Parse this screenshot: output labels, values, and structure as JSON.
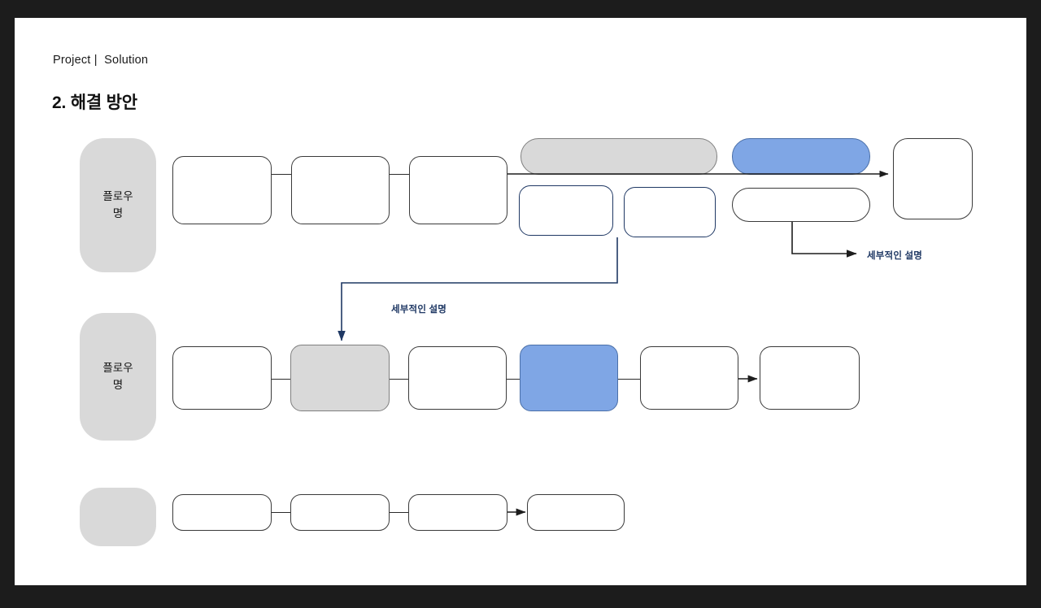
{
  "slide": {
    "eyebrow": "Project |  Solution",
    "title": "2. 해결 방안",
    "background_color": "#ffffff",
    "stage_color": "#1c1c1c"
  },
  "palette": {
    "grey_fill": "#d9d9d9",
    "blue_fill": "#7fa6e5",
    "navy_stroke": "#1f3864",
    "default_stroke": "#3a3a3a",
    "note_color": "#1f3864"
  },
  "flows": [
    {
      "id": "flow-1",
      "label": "플로우\n명",
      "label_shape": "capsule",
      "label_fill": "#d9d9d9",
      "primary_nodes": [
        {
          "id": "f1-n1",
          "label": "",
          "fill": "white",
          "stroke": "default",
          "shape": "rounded"
        },
        {
          "id": "f1-n2",
          "label": "",
          "fill": "white",
          "stroke": "default",
          "shape": "rounded"
        },
        {
          "id": "f1-n3",
          "label": "",
          "fill": "white",
          "stroke": "default",
          "shape": "rounded"
        },
        {
          "id": "f1-n4",
          "label": "",
          "fill": "grey",
          "stroke": "grey",
          "shape": "pill"
        },
        {
          "id": "f1-n5",
          "label": "",
          "fill": "blue",
          "stroke": "blue",
          "shape": "pill"
        },
        {
          "id": "f1-n6",
          "label": "",
          "fill": "white",
          "stroke": "default",
          "shape": "rounded"
        }
      ],
      "secondary_nodes": [
        {
          "id": "f1-s1",
          "label": "",
          "fill": "white",
          "stroke": "navy",
          "shape": "rounded"
        },
        {
          "id": "f1-s2",
          "label": "",
          "fill": "white",
          "stroke": "navy",
          "shape": "rounded"
        },
        {
          "id": "f1-s3",
          "label": "",
          "fill": "white",
          "stroke": "default",
          "shape": "pill"
        }
      ]
    },
    {
      "id": "flow-2",
      "label": "플로우\n명",
      "label_shape": "capsule",
      "label_fill": "#d9d9d9",
      "primary_nodes": [
        {
          "id": "f2-n1",
          "label": "",
          "fill": "white",
          "stroke": "default",
          "shape": "rounded"
        },
        {
          "id": "f2-n2",
          "label": "",
          "fill": "grey",
          "stroke": "grey",
          "shape": "rounded"
        },
        {
          "id": "f2-n3",
          "label": "",
          "fill": "white",
          "stroke": "default",
          "shape": "rounded"
        },
        {
          "id": "f2-n4",
          "label": "",
          "fill": "blue",
          "stroke": "blue",
          "shape": "rounded"
        },
        {
          "id": "f2-n5",
          "label": "",
          "fill": "white",
          "stroke": "default",
          "shape": "rounded"
        },
        {
          "id": "f2-n6",
          "label": "",
          "fill": "white",
          "stroke": "default",
          "shape": "rounded"
        }
      ],
      "secondary_nodes": []
    },
    {
      "id": "flow-3",
      "label": "",
      "label_shape": "capsule",
      "label_fill": "#d9d9d9",
      "primary_nodes": [
        {
          "id": "f3-n1",
          "label": "",
          "fill": "white",
          "stroke": "default",
          "shape": "rounded"
        },
        {
          "id": "f3-n2",
          "label": "",
          "fill": "white",
          "stroke": "default",
          "shape": "rounded"
        },
        {
          "id": "f3-n3",
          "label": "",
          "fill": "white",
          "stroke": "default",
          "shape": "rounded"
        },
        {
          "id": "f3-n4",
          "label": "",
          "fill": "white",
          "stroke": "default",
          "shape": "rounded"
        }
      ],
      "secondary_nodes": []
    }
  ],
  "annotations": [
    {
      "id": "note-right",
      "text": "세부적인 설명",
      "color": "#1f3864"
    },
    {
      "id": "note-middle",
      "text": "세부적인 설명",
      "color": "#1f3864"
    }
  ]
}
